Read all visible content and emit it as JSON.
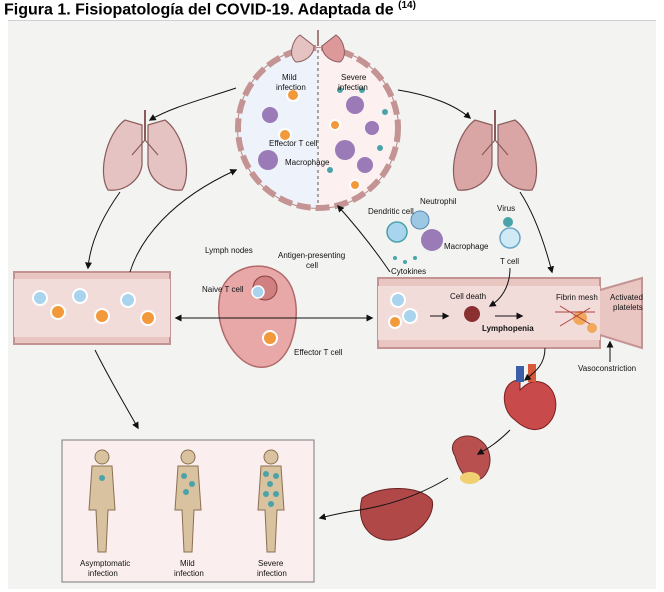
{
  "heading": {
    "text": "Figura 1. Fisiopatología del COVID-19. Adaptada de",
    "ref": "(14)"
  },
  "alveolus": {
    "mild_line1": "Mild",
    "mild_line2": "infection",
    "severe_line1": "Severe",
    "severe_line2": "infection",
    "effector_t_cell": "Effector T cell",
    "macrophage": "Macrophage"
  },
  "innate": {
    "dendritic_cell": "Dendritic cell",
    "neutrophil": "Neutrophil",
    "macrophage": "Macrophage",
    "virus": "Virus",
    "cytokines": "Cytokines",
    "t_cell": "T cell"
  },
  "lymph": {
    "lymph_nodes": "Lymph nodes",
    "apc_line1": "Antigen-presenting",
    "apc_line2": "cell",
    "naive_t_cell": "Naive T cell",
    "effector_t_cell": "Effector T cell"
  },
  "vessel_right": {
    "cell_death": "Cell death",
    "lymphopenia": "Lymphopenia",
    "fibrin_mesh": "Fibrin mesh",
    "activated_line1": "Activated",
    "activated_line2": "platelets",
    "vasoconstriction": "Vasoconstriction"
  },
  "outcomes": [
    {
      "line1": "Asymptomatic",
      "line2": "infection"
    },
    {
      "line1": "Mild",
      "line2": "infection"
    },
    {
      "line1": "Severe",
      "line2": "infection"
    }
  ],
  "colors": {
    "lung": "#e6c3c3",
    "vessel": "#e9c6c2",
    "tcell_orange": "#f29a3b",
    "tcell_blue": "#a9d4ee",
    "macrophage": "#9b7ab8",
    "virus_teal": "#4aa3a8",
    "body": "#d8c2a0"
  }
}
